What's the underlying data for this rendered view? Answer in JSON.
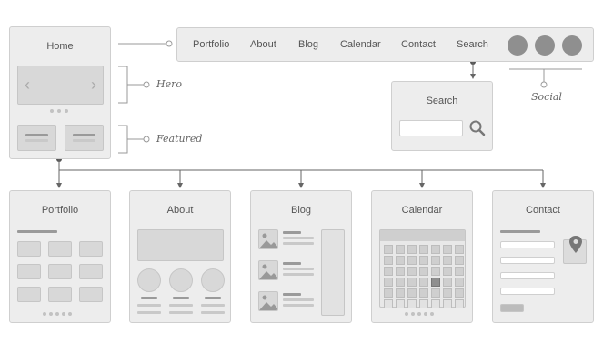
{
  "home": {
    "title": "Home"
  },
  "nav": {
    "items": [
      "Portfolio",
      "About",
      "Blog",
      "Calendar",
      "Contact",
      "Search"
    ],
    "social_icons": [
      "social-icon-1",
      "social-icon-2",
      "social-icon-3"
    ]
  },
  "notes": {
    "hero": "Hero",
    "featured": "Featured",
    "social": "Social"
  },
  "search_box": {
    "title": "Search",
    "icon": "magnifier-icon"
  },
  "pages": {
    "portfolio": "Portfolio",
    "about": "About",
    "blog": "Blog",
    "calendar": "Calendar",
    "contact": "Contact"
  },
  "colors": {
    "card": "#ededed",
    "border": "#cfcfcf",
    "placeholder": "#d8d8d8",
    "social": "#8f8f8f",
    "connector": "#666666"
  }
}
